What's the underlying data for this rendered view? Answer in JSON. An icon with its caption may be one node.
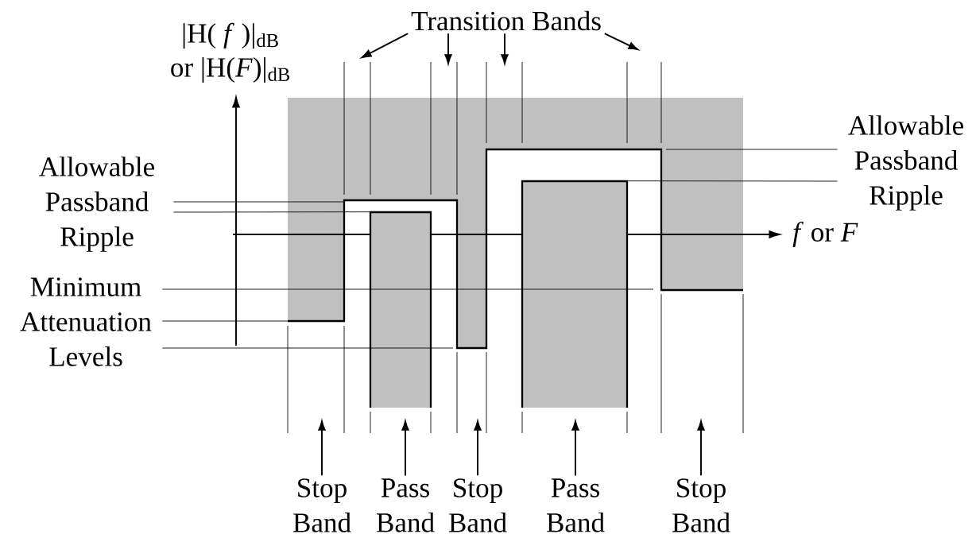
{
  "diagram": {
    "nodes": [
      {
        "text": [
          "Transition Bands"
        ]
      },
      {
        "text": [
          "Allowable Passband Ripple"
        ]
      },
      {
        "text": [
          "Minimum Attenuation Levels"
        ]
      },
      {
        "text": [
          "Allowable Passband Ripple"
        ]
      },
      {
        "text": [
          "Stop Band"
        ]
      },
      {
        "text": [
          "Pass Band"
        ]
      },
      {
        "text": [
          "Stop Band"
        ]
      },
      {
        "text": [
          "Pass Band"
        ]
      },
      {
        "text": [
          "Stop Band"
        ]
      },
      {
        "text": [],
        "shape": "box"
      },
      {
        "text": [],
        "shape": "box"
      }
    ],
    "edges": [
      {
        "from": 0,
        "to": null,
        "arrow": "to"
      },
      {
        "from": 0,
        "to": null,
        "arrow": "to"
      },
      {
        "from": 0,
        "to": null,
        "arrow": "to"
      },
      {
        "from": 0,
        "to": null,
        "arrow": "to"
      },
      {
        "from": 1,
        "to": null,
        "arrow": "none"
      },
      {
        "from": 1,
        "to": 9,
        "arrow": "none"
      },
      {
        "from": 2,
        "to": null,
        "arrow": "none"
      },
      {
        "from": 2,
        "to": null,
        "arrow": "none"
      },
      {
        "from": 2,
        "to": null,
        "arrow": "none"
      },
      {
        "from": 3,
        "to": null,
        "arrow": "none"
      },
      {
        "from": 3,
        "to": 10,
        "arrow": "none"
      },
      {
        "from": 4,
        "to": null,
        "arrow": "to"
      },
      {
        "from": 5,
        "to": null,
        "arrow": "to"
      },
      {
        "from": 6,
        "to": null,
        "arrow": "to"
      },
      {
        "from": 7,
        "to": null,
        "arrow": "to"
      },
      {
        "from": 8,
        "to": null,
        "arrow": "to"
      }
    ],
    "labels": [
      "|H( *f* )|$_{dB}$",
      "or |H(*F*)|$_{dB}$",
      "*f* or *F*"
    ]
  }
}
